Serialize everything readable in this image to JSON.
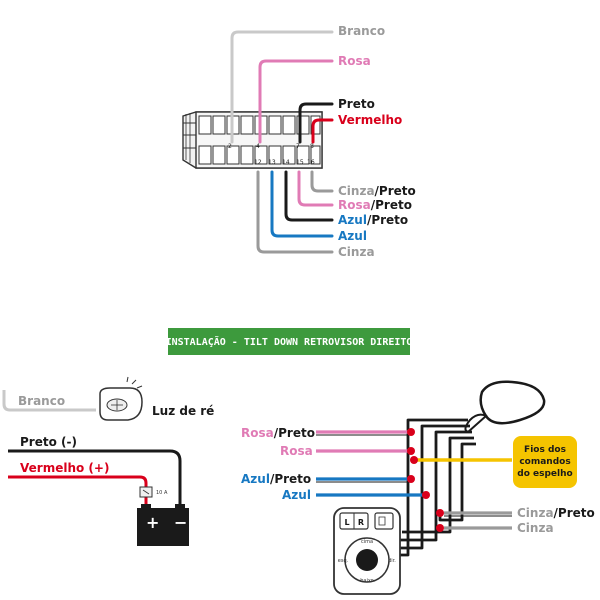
{
  "connector": {
    "top_pins": [
      "2",
      "4",
      "7",
      "8"
    ],
    "bottom_pins": [
      "12",
      "13",
      "14",
      "15",
      "16"
    ],
    "wires": {
      "branco": "Branco",
      "rosa": "Rosa",
      "preto": "Preto",
      "vermelho": "Vermelho",
      "cinza_preto": [
        "Cinza",
        "/Preto"
      ],
      "rosa_preto": [
        "Rosa",
        "/Preto"
      ],
      "azul_preto": [
        "Azul",
        "/Preto"
      ],
      "azul": "Azul",
      "cinza": "Cinza"
    }
  },
  "banner": "INSTALAÇÃO - TILT DOWN RETROVISOR DIREITO",
  "reverse_light": {
    "branco": "Branco",
    "label": "Luz de ré"
  },
  "battery": {
    "preto": "Preto (-)",
    "vermelho": "Vermelho (+)",
    "fuse": "10 A"
  },
  "mirror": {
    "rosa_preto": [
      "Rosa",
      "/Preto"
    ],
    "rosa": "Rosa",
    "azul_preto": [
      "Azul",
      "/Preto"
    ],
    "azul": "Azul",
    "cinza_preto": [
      "Cinza",
      "/Preto"
    ],
    "cinza": "Cinza",
    "callout": [
      "Fios dos",
      "comandos",
      "do espelho"
    ],
    "switch": {
      "left": "L",
      "right": "R",
      "up": "cima",
      "down": "baixo",
      "left_dir": "esq.",
      "right_dir": "dir."
    }
  },
  "colors": {
    "white_wire": "#c9c9c9",
    "pink": "#e07bb5",
    "black": "#1a1a1a",
    "red": "#d9001b",
    "grey": "#9a9a9a",
    "blue": "#1778c2",
    "yellow": "#f5c400",
    "green": "#3d9a3d"
  }
}
